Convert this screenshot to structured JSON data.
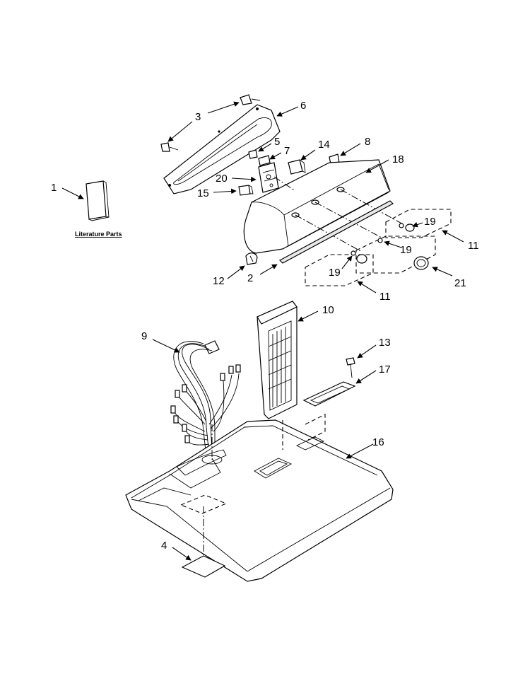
{
  "callouts": {
    "c1": "1",
    "c2": "2",
    "c3": "3",
    "c4": "4",
    "c5": "5",
    "c6": "6",
    "c7": "7",
    "c8": "8",
    "c9": "9",
    "c10": "10",
    "c11a": "11",
    "c11b": "11",
    "c12": "12",
    "c13": "13",
    "c14": "14",
    "c15": "15",
    "c16": "16",
    "c17": "17",
    "c18": "18",
    "c19a": "19",
    "c19b": "19",
    "c19c": "19",
    "c20": "20",
    "c21": "21"
  },
  "literature_label": "Literature Parts"
}
